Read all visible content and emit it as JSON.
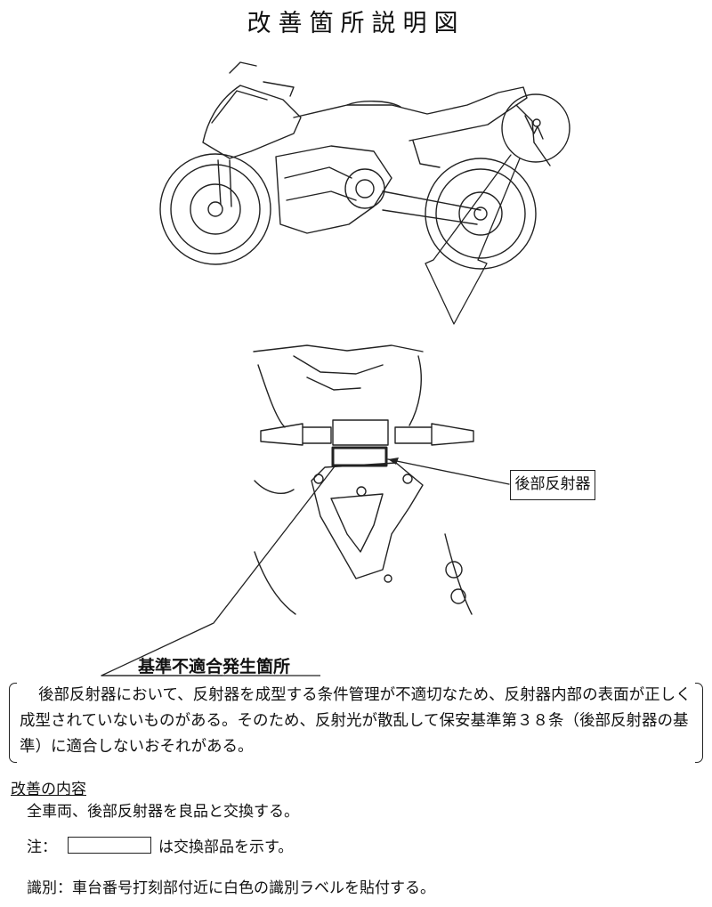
{
  "title": "改善箇所説明図",
  "callouts": {
    "rear_reflector": "後部反射器",
    "nonconformity_location": "基準不適合発生箇所"
  },
  "description": "後部反射器において、反射器を成型する条件管理が不適切なため、反射器内部の表面が正しく成型されていないものがある。そのため、反射光が散乱して保安基準第３８条（後部反射器の基準）に適合しないおそれがある。",
  "improvement": {
    "heading": "改善の内容",
    "body": "全車両、後部反射器を良品と交換する。"
  },
  "note": {
    "prefix": "注：",
    "suffix": "は交換部品を示す。"
  },
  "identification": "識別：車台番号打刻部付近に白色の識別ラベルを貼付する。"
}
